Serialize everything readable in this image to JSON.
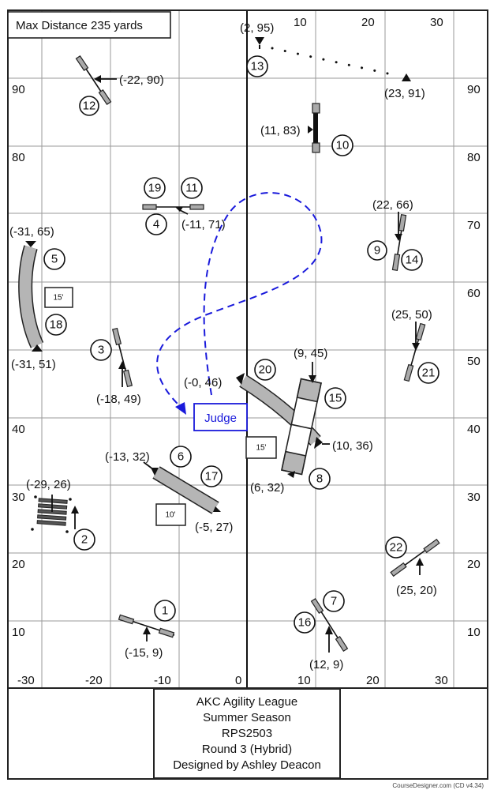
{
  "header": {
    "max_distance": "Max Distance 235 yards"
  },
  "axes": {
    "x_top": [
      "10",
      "20",
      "30"
    ],
    "x_bottom": [
      "-30",
      "-20",
      "-10",
      "0",
      "10",
      "20",
      "30"
    ],
    "y_left": [
      "90",
      "80",
      "40",
      "30",
      "20",
      "10"
    ],
    "y_right": [
      "90",
      "80",
      "70",
      "60",
      "50",
      "40",
      "30",
      "20",
      "10"
    ]
  },
  "obstacles": {
    "jump_12": {
      "coord": "(-22, 90)",
      "numbers": [
        "12"
      ]
    },
    "start_finish_13": {
      "start": "(2, 95)",
      "end": "(23, 91)",
      "numbers": [
        "13"
      ]
    },
    "obstacle_10": {
      "coord": "(11, 83)",
      "numbers": [
        "10"
      ]
    },
    "jump_4_11_19": {
      "coord": "(-11, 71)",
      "numbers": [
        "19",
        "11",
        "4"
      ]
    },
    "jump_9_14": {
      "coord": "(22, 66)",
      "numbers": [
        "9",
        "14"
      ]
    },
    "tunnel_5_18": {
      "start": "(-31, 65)",
      "end": "(-31, 51)",
      "length": "15'",
      "numbers": [
        "5",
        "18"
      ]
    },
    "jump_3": {
      "coord": "(-18, 49)",
      "numbers": [
        "3"
      ]
    },
    "jump_21": {
      "coord": "(25, 50)",
      "numbers": [
        "21"
      ]
    },
    "tunnel_20": {
      "start": "(-0, 46)",
      "end": "(10, 36)",
      "length": "15'",
      "numbers": [
        "20"
      ]
    },
    "aframe_8_15": {
      "start": "(9, 45)",
      "end": "(6, 32)",
      "numbers": [
        "15",
        "8"
      ]
    },
    "tunnel_6_17": {
      "start": "(-13, 32)",
      "end": "(-5, 27)",
      "length": "10'",
      "numbers": [
        "6",
        "17"
      ]
    },
    "broad_jump_2": {
      "coord": "(-29, 26)",
      "numbers": [
        "2"
      ]
    },
    "jump_22": {
      "coord": "(25, 20)",
      "numbers": [
        "22"
      ]
    },
    "jump_1": {
      "coord": "(-15, 9)",
      "numbers": [
        "1"
      ]
    },
    "jump_7_16": {
      "coord": "(12, 9)",
      "numbers": [
        "7",
        "16"
      ]
    }
  },
  "judge": {
    "label": "Judge",
    "color": "#1a1adb"
  },
  "title_block": {
    "lines": [
      "AKC Agility League",
      "Summer Season",
      "RPS2503",
      "Round 3 (Hybrid)",
      "Designed by Ashley Deacon"
    ]
  },
  "footer": "CourseDesigner.com (CD v4.34)"
}
